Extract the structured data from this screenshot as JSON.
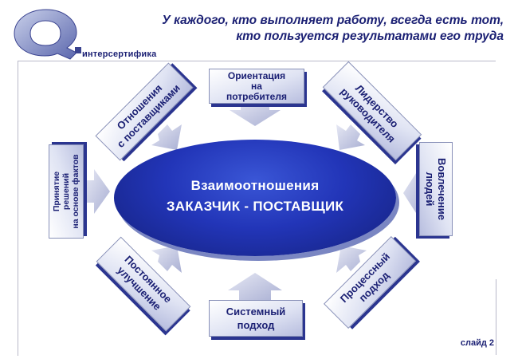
{
  "header": {
    "line1": "У каждого, кто выполняет работу, всегда есть тот,",
    "line2": "кто пользуется результатами его труда"
  },
  "logo": {
    "letter": "Q.",
    "brand": "интерсертифика"
  },
  "center": {
    "line1": "Взаимоотношения",
    "line2": "ЗАКАЗЧИК - ПОСТАВЩИК"
  },
  "principles": {
    "top": [
      "Ориентация",
      "на",
      "потребителя"
    ],
    "top_right": [
      "Лидерство",
      "руководителя"
    ],
    "right": [
      "Вовлечение",
      "людей"
    ],
    "bottom_right": [
      "Процессный",
      "подход"
    ],
    "bottom": [
      "Системный",
      "подход"
    ],
    "bottom_left": [
      "Постоянное",
      "улучшение"
    ],
    "left": [
      "Принятие",
      "решений",
      "на основе фактов"
    ],
    "top_left": [
      "Отношения",
      "с поставщиками"
    ]
  },
  "footer": {
    "slide": "слайд 2"
  },
  "colors": {
    "navy": "#1a1f73",
    "ellipse": "#2235b8",
    "arrow": "#c9cce2"
  }
}
